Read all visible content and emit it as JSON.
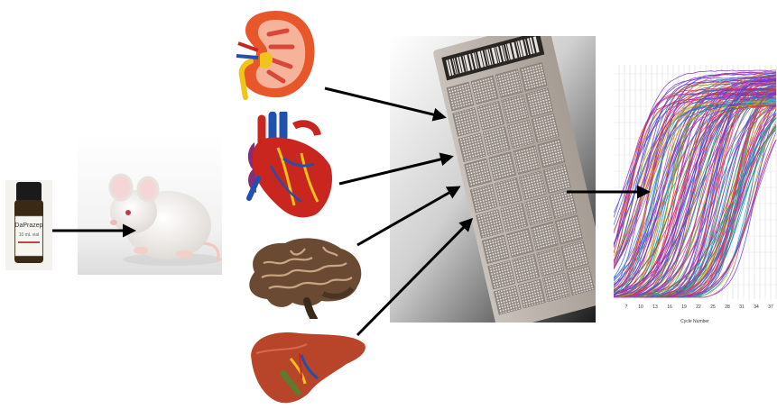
{
  "vial": {
    "label": "DaPrazep",
    "sublabel": "10 mL vial"
  },
  "pcr_chart": {
    "xlabel": "Cycle Number",
    "tick_labels": [
      "7",
      "10",
      "13",
      "16",
      "19",
      "22",
      "25",
      "28",
      "31",
      "34",
      "37"
    ]
  },
  "colors": {
    "arrow": "#000000",
    "kidney_outer": "#e8572a",
    "kidney_inner": "#f7b39a",
    "kidney_ureter": "#f0c419",
    "heart": "#c8261f",
    "heart_vessel_blue": "#2050b0",
    "brain": "#6b4a33",
    "liver": "#b8442a",
    "gall": "#5e7a2a"
  },
  "icons": [
    "drug-vial-icon",
    "mouse-icon",
    "kidney-icon",
    "heart-icon",
    "brain-icon",
    "liver-icon",
    "microarray-card-icon",
    "qpcr-amplification-chart"
  ]
}
